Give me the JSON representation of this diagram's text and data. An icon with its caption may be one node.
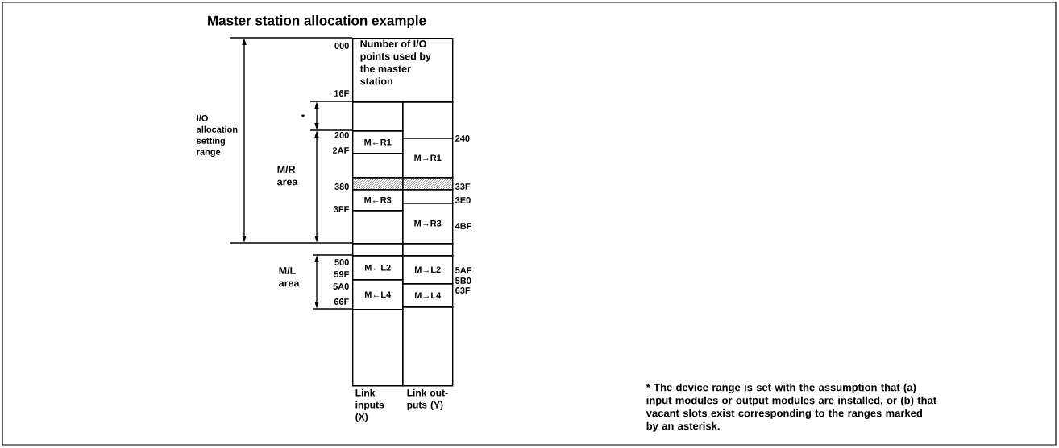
{
  "diagram": {
    "title": "Master station allocation example",
    "nodes": [
      {
        "text": [
          "Number of I/O points used by the master station"
        ]
      },
      {
        "text": [],
        "shape": "box"
      },
      {
        "text": [],
        "shape": "box"
      },
      {
        "text": [
          "M←R1"
        ]
      },
      {
        "text": [
          "M→R1"
        ]
      },
      {
        "text": [],
        "shape": "box"
      },
      {
        "text": [],
        "shape": "box"
      },
      {
        "text": [],
        "shape": "box"
      },
      {
        "text": [
          "M←R3"
        ]
      },
      {
        "text": [],
        "shape": "box"
      },
      {
        "text": [
          "M→R3"
        ]
      },
      {
        "text": [],
        "shape": "box"
      },
      {
        "text": [],
        "shape": "box"
      },
      {
        "text": [],
        "shape": "box"
      },
      {
        "text": [
          "M←L2"
        ]
      },
      {
        "text": [
          "M→L2"
        ]
      },
      {
        "text": [
          "M←L4"
        ]
      },
      {
        "text": [
          "M→L4"
        ]
      },
      {
        "text": [],
        "shape": "box"
      },
      {
        "text": [],
        "shape": "box"
      }
    ],
    "labels": [
      "000",
      "16F",
      "I/O allocation setting range",
      "*",
      "200",
      "240",
      "2AF",
      "M/R area",
      "380",
      "33F",
      "3E0",
      "3FF",
      "4BF",
      "500",
      "M/L area",
      "59F",
      "5AF",
      "5A0",
      "5B0",
      "63F",
      "66F",
      "Link inputs (X)",
      "Link out-puts (Y)",
      "* The device range is set with the assumption that (a) input modules or output modules are installed, or (b) that vacant slots exist corresponding to the ranges marked by an asterisk."
    ]
  }
}
